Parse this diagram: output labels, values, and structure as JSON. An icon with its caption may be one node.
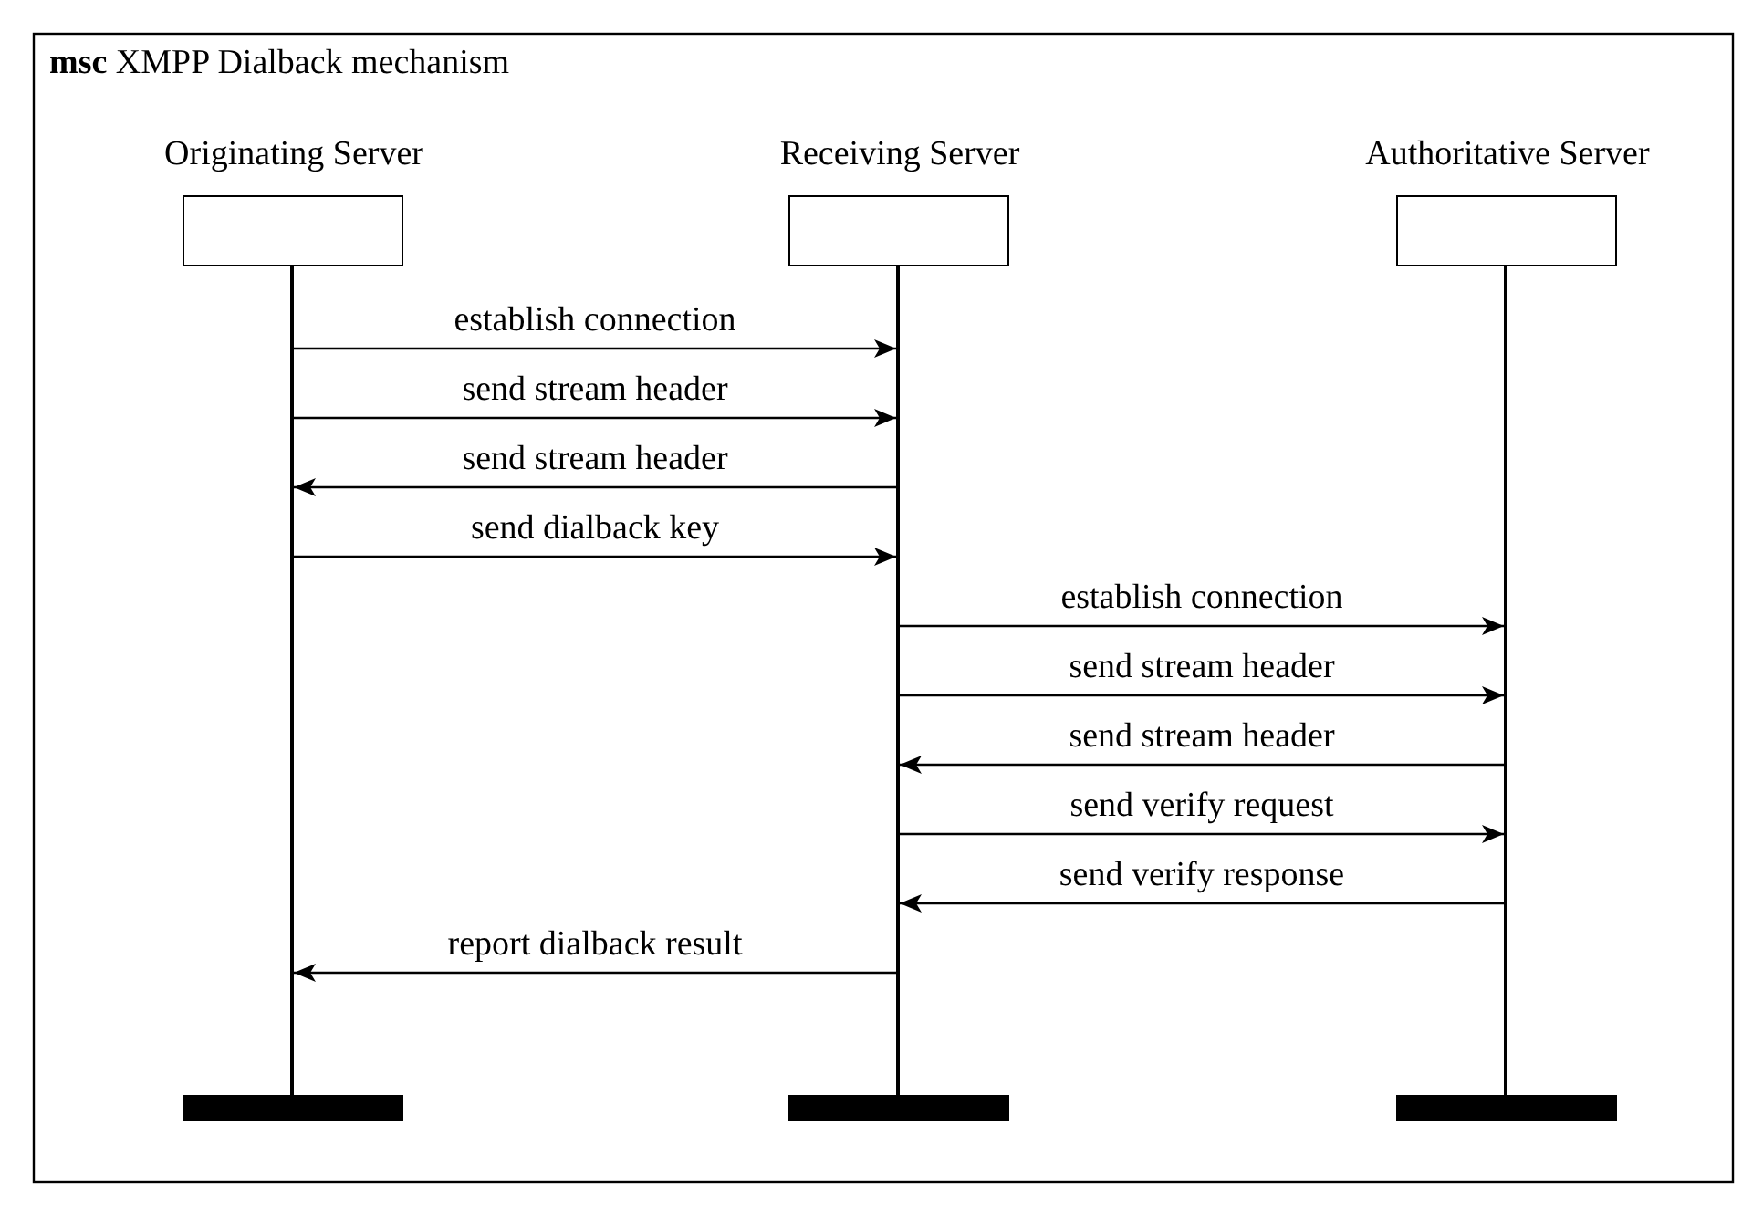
{
  "diagram": {
    "title": "**msc** XMPP Dialback mechanism",
    "nodes": [
      {
        "text": [
          "Originating Server"
        ]
      },
      {
        "text": [
          "Receiving Server"
        ]
      },
      {
        "text": [
          "Authoritative Server"
        ]
      },
      {
        "text": [],
        "shape": "line"
      },
      {
        "text": [],
        "shape": "line"
      },
      {
        "text": [],
        "shape": "line"
      },
      {
        "text": [],
        "shape": "bar"
      },
      {
        "text": [],
        "shape": "bar"
      },
      {
        "text": [],
        "shape": "bar"
      }
    ],
    "edges": [
      {
        "from": 3,
        "to": 4,
        "arrow": "to",
        "label": "establish connection"
      },
      {
        "from": 3,
        "to": 4,
        "arrow": "to",
        "label": "send stream header"
      },
      {
        "from": 4,
        "to": 3,
        "arrow": "to",
        "label": "send stream header"
      },
      {
        "from": 3,
        "to": 4,
        "arrow": "to",
        "label": "send dialback key"
      },
      {
        "from": 4,
        "to": 5,
        "arrow": "to",
        "label": "establish connection"
      },
      {
        "from": 4,
        "to": 5,
        "arrow": "to",
        "label": "send stream header"
      },
      {
        "from": 5,
        "to": 4,
        "arrow": "to",
        "label": "send stream header"
      },
      {
        "from": 4,
        "to": 5,
        "arrow": "to",
        "label": "send verify request"
      },
      {
        "from": 5,
        "to": 4,
        "arrow": "to",
        "label": "send verify response"
      },
      {
        "from": 4,
        "to": 3,
        "arrow": "to",
        "label": "report dialback result"
      }
    ]
  }
}
